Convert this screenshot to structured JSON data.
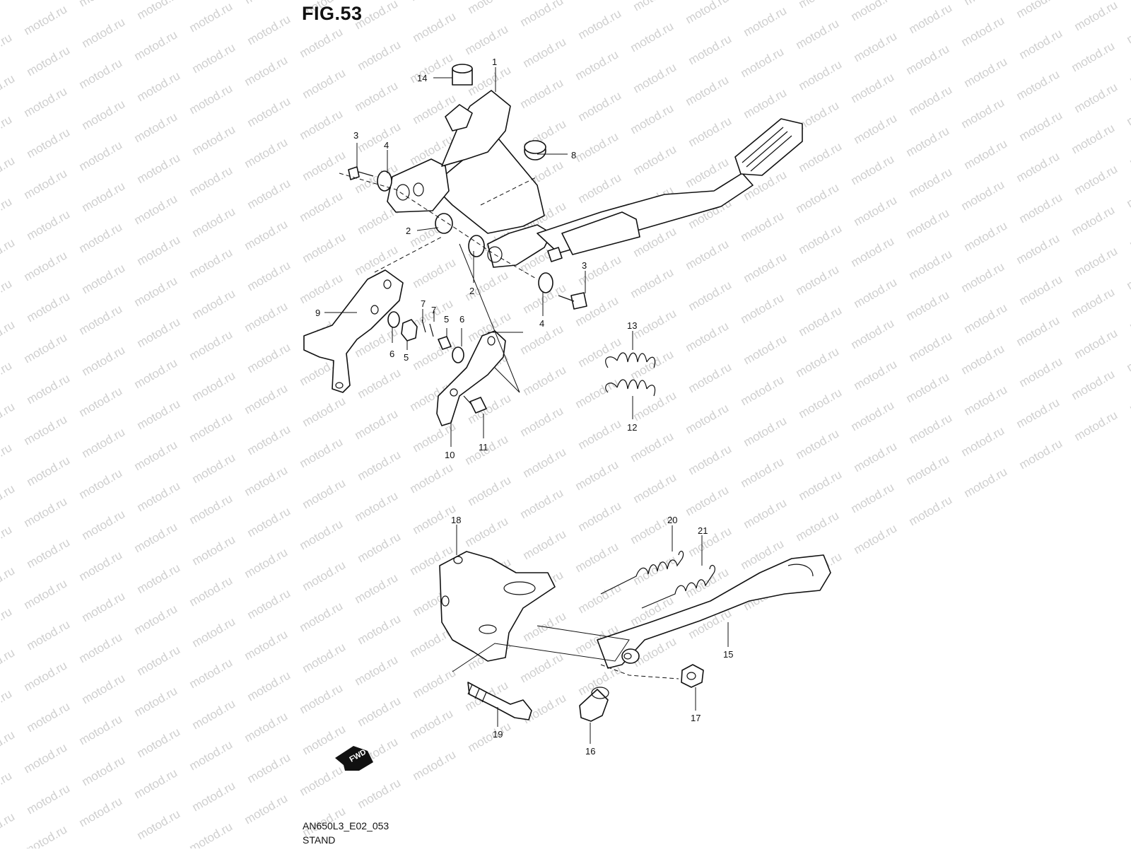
{
  "figure": {
    "title": "FIG.53",
    "code": "AN650L3_E02_053",
    "name": "STAND",
    "watermark": "motod.ru",
    "fwd_label": "FWD"
  },
  "callouts": [
    "1",
    "2",
    "2",
    "3",
    "3",
    "4",
    "4",
    "5",
    "5",
    "6",
    "6",
    "7",
    "7",
    "8",
    "9",
    "10",
    "11",
    "12",
    "13",
    "14",
    "15",
    "16",
    "17",
    "18",
    "19",
    "20",
    "21"
  ]
}
